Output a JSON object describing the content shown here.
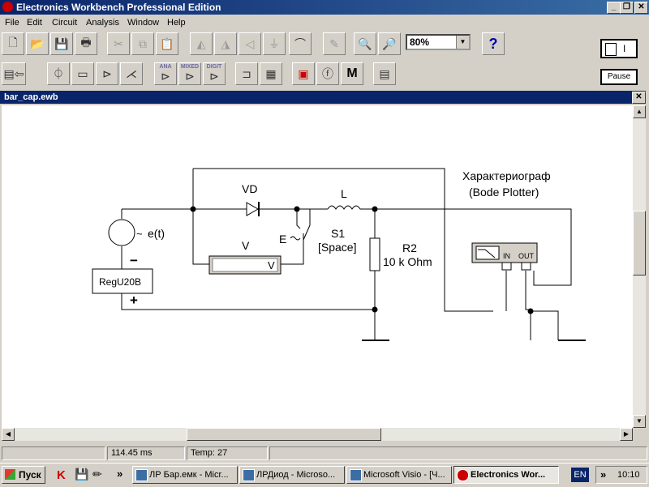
{
  "app": {
    "title": "Electronics Workbench Professional Edition"
  },
  "menu": [
    "File",
    "Edit",
    "Circuit",
    "Analysis",
    "Window",
    "Help"
  ],
  "toolbar": {
    "zoom": "80%",
    "help": "?",
    "power": "I",
    "pause": "Pause"
  },
  "parts_bins": {
    "analog": "ANA",
    "mixed": "MIXED",
    "digital": "DIGIT",
    "misc": "M"
  },
  "document": {
    "title": "bar_cap.ewb"
  },
  "circuit": {
    "source_label": "e(t)",
    "source_tilde": "~",
    "minus": "−",
    "plus": "+",
    "reg_label": "RegU20B",
    "diode_label": "VD",
    "inductor_label": "L",
    "voltmeter_label": "V",
    "voltmeter_inner": "V",
    "switch_key": "E",
    "switch_label": "S1",
    "switch_key_label": "[Space]",
    "resistor_label": "R2",
    "resistor_value": "10 k Ohm",
    "plotter_title": "Характериограф",
    "plotter_subtitle": "(Bode Plotter)",
    "plotter_in": "IN",
    "plotter_out": "OUT"
  },
  "status": {
    "time": "114.45 ms",
    "temp": "Temp:  27"
  },
  "taskbar": {
    "start": "Пуск",
    "tasks": [
      "ЛР Бар.емк - Micr...",
      "ЛРДиод - Microso...",
      "Microsoft Visio - [Ч...",
      "Electronics Wor..."
    ],
    "lang": "EN",
    "clock": "10:10",
    "more": "»"
  }
}
